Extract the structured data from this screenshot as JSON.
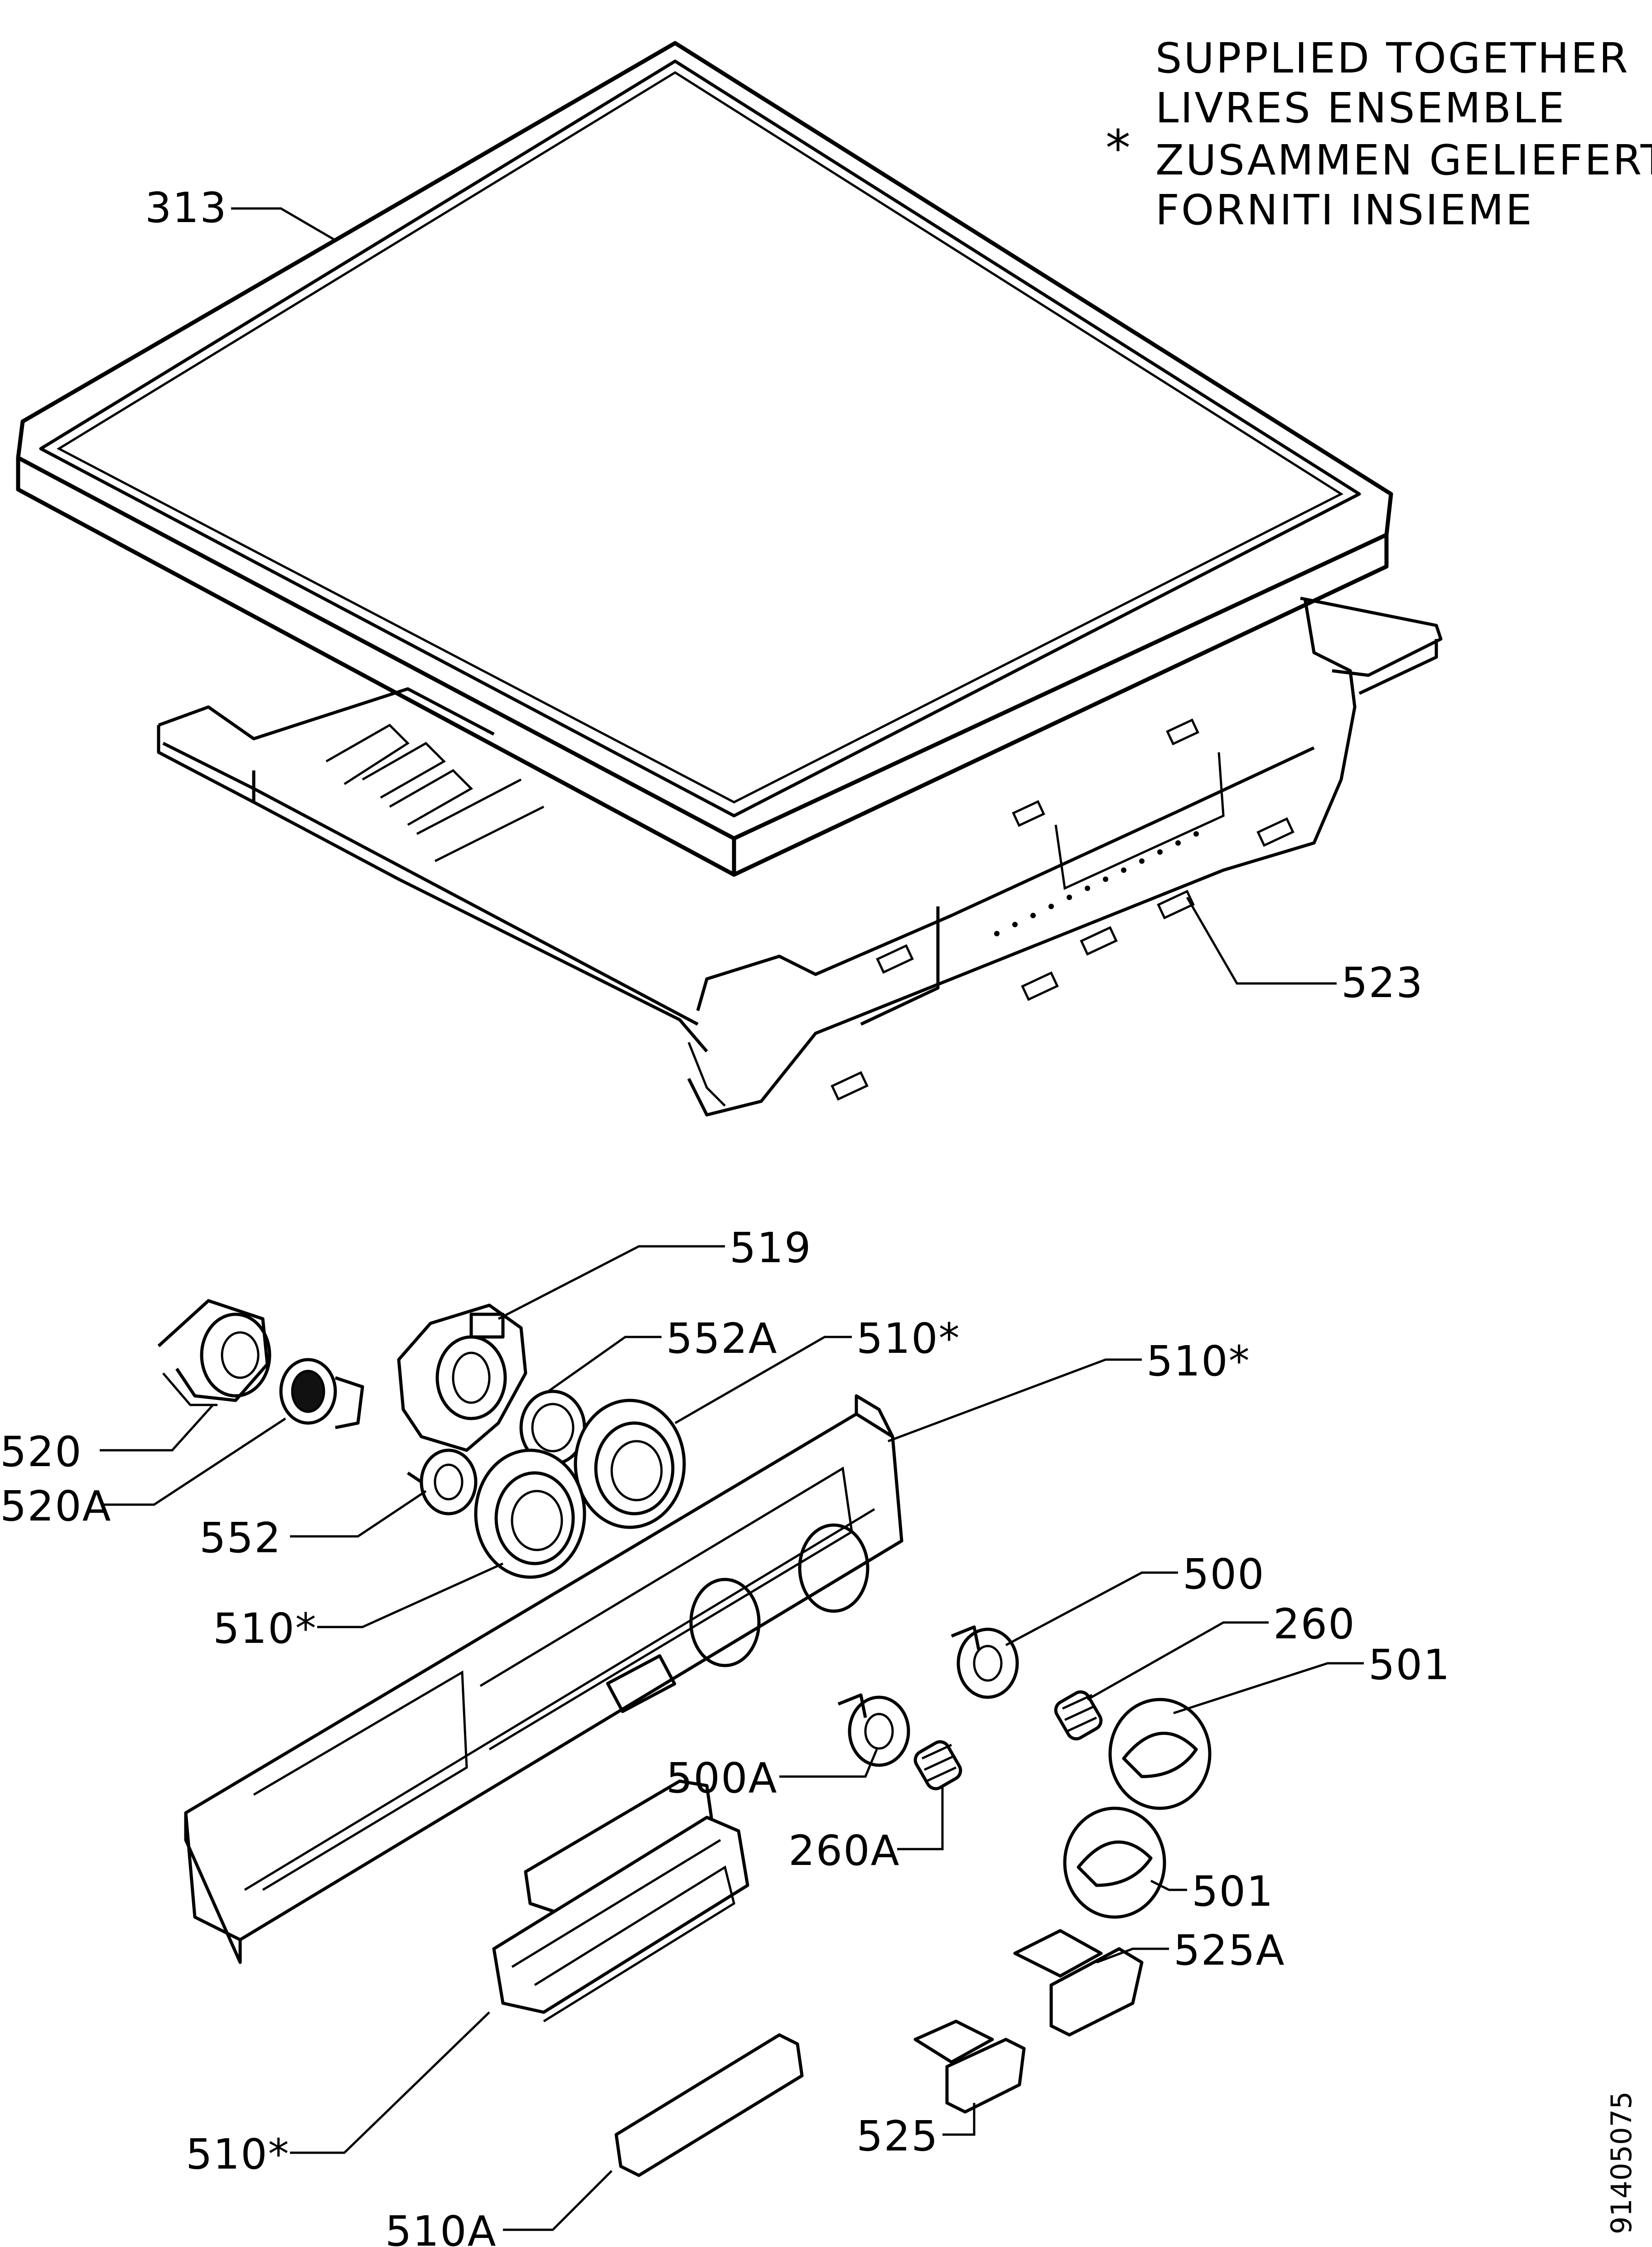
{
  "legend": {
    "lines": [
      "SUPPLIED TOGETHER",
      "LIVRES ENSEMBLE",
      "ZUSAMMEN GELIEFERT",
      "FORNITI INSIEME"
    ],
    "marker": "*"
  },
  "drawing_code": "91405075",
  "labels": {
    "p313": "313",
    "p523": "523",
    "p519": "519",
    "p552A": "552A",
    "p510_a": "510*",
    "p510_b": "510*",
    "p520": "520",
    "p520A": "520A",
    "p552": "552",
    "p510_c": "510*",
    "p500": "500",
    "p260": "260",
    "p501_a": "501",
    "p500A": "500A",
    "p260A": "260A",
    "p501_b": "501",
    "p525A": "525A",
    "p525": "525",
    "p510_d": "510*",
    "p510A": "510A"
  }
}
